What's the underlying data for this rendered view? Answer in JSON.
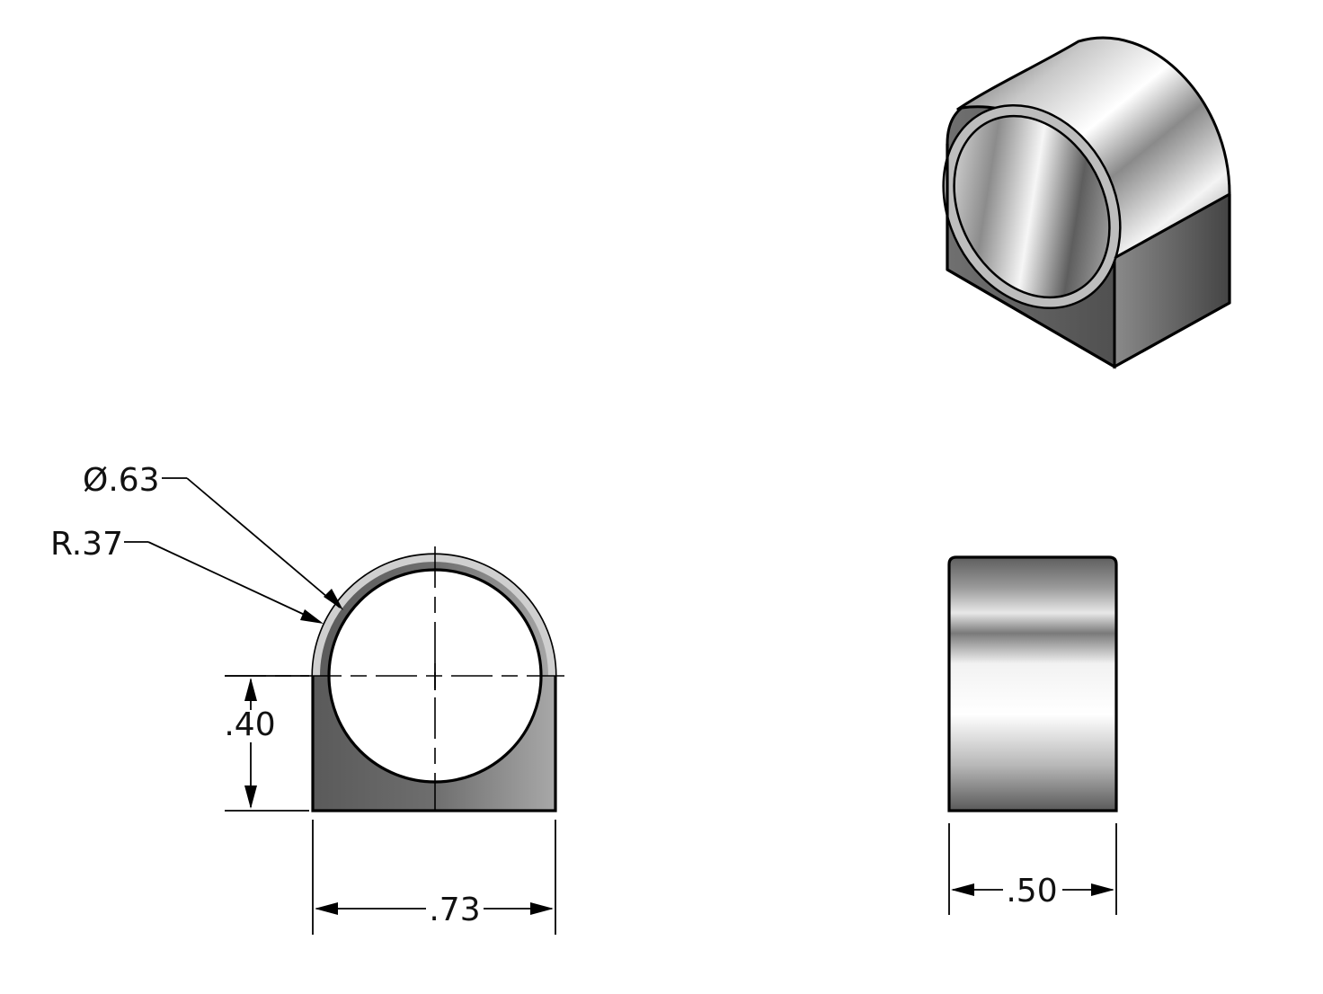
{
  "dimensions": {
    "inner_diameter": "Ø.63",
    "outer_radius": "R.37",
    "center_height": ".40",
    "width": ".73",
    "depth": ".50"
  },
  "views": [
    "front",
    "side",
    "isometric"
  ],
  "colors": {
    "line": "#000000",
    "shade_dark": "#555555",
    "shade_light": "#f4f4f4",
    "background": "#ffffff"
  }
}
